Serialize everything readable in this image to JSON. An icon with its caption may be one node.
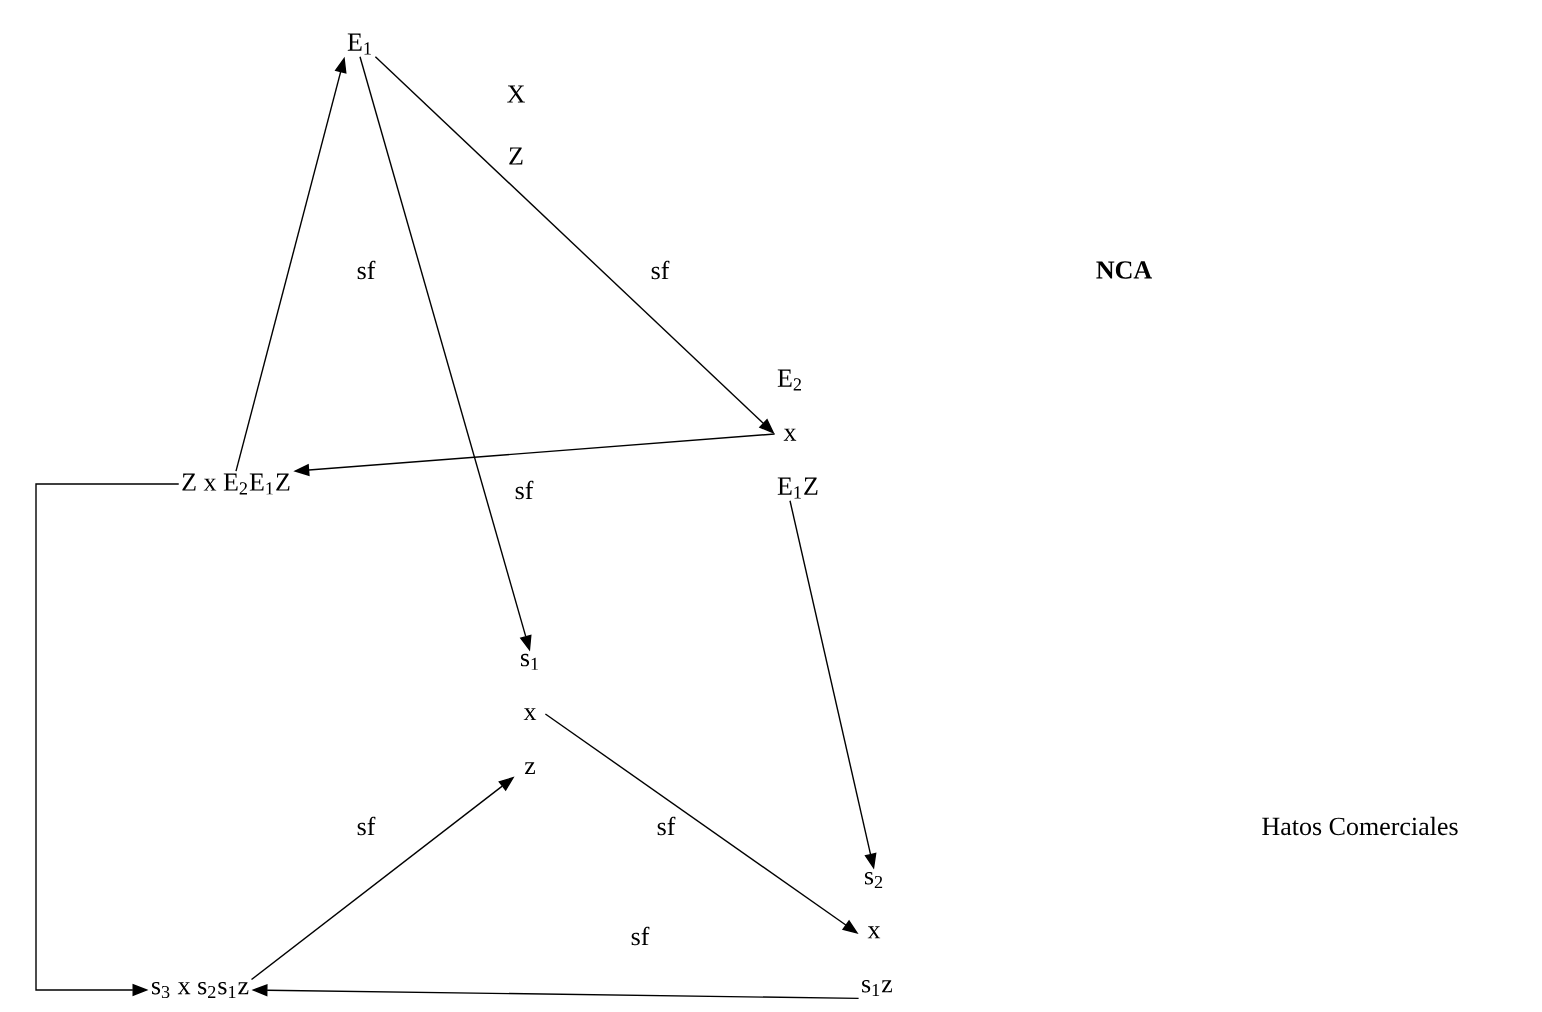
{
  "diagram": {
    "nodes": [
      {
        "text": [
          "E$_{1}$"
        ]
      },
      {
        "text": [
          "E$_{2}$ x E$_{1}$Z"
        ]
      },
      {
        "text": [
          "Z  x  E$_{2}$E$_{1}$Z"
        ]
      },
      {
        "text": [
          "s$_{1}$ x z"
        ]
      },
      {
        "text": [
          "s$_{2}$ x s$_{1}$z"
        ]
      },
      {
        "text": [
          "s$_{3}$  x  s$_{2}$s$_{1}$z"
        ]
      }
    ],
    "edges": [
      {
        "from": 0,
        "to": 1,
        "arrow": "to"
      },
      {
        "from": 1,
        "to": 2,
        "arrow": "to"
      },
      {
        "from": 2,
        "to": 0,
        "arrow": "to"
      },
      {
        "from": 0,
        "to": 3,
        "arrow": "to"
      },
      {
        "from": 1,
        "to": 4,
        "arrow": "to"
      },
      {
        "from": 2,
        "to": 5,
        "arrow": "to"
      },
      {
        "from": 5,
        "to": 3,
        "arrow": "to"
      },
      {
        "from": 3,
        "to": 4,
        "arrow": "to"
      },
      {
        "from": 4,
        "to": 5,
        "arrow": "to"
      }
    ],
    "labels": [
      "X",
      "Z",
      "sf",
      "sf",
      "**NCA**",
      "sf",
      "sf",
      "sf",
      "Hatos Comerciales",
      "sf"
    ]
  }
}
